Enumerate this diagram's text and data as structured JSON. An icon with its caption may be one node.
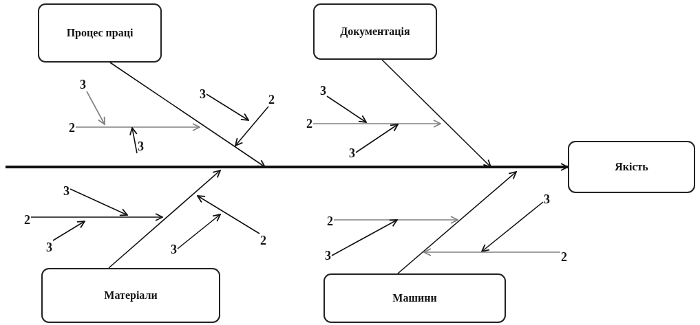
{
  "diagram": {
    "nodes": [
      {
        "text": [
          "Процес праці"
        ]
      },
      {
        "text": [
          "Документація"
        ]
      },
      {
        "text": [
          "Якість"
        ]
      },
      {
        "text": [
          "Матеріали"
        ]
      },
      {
        "text": [
          "Машини"
        ]
      },
      {
        "text": [
          "3"
        ]
      },
      {
        "text": [
          "2"
        ]
      },
      {
        "text": [
          "3"
        ]
      },
      {
        "text": [
          "3"
        ]
      },
      {
        "text": [
          "2"
        ]
      },
      {
        "text": [
          "3"
        ]
      },
      {
        "text": [
          "2"
        ]
      },
      {
        "text": [
          "3"
        ]
      },
      {
        "text": [
          "3"
        ]
      },
      {
        "text": [
          "2"
        ]
      },
      {
        "text": [
          "3"
        ]
      },
      {
        "text": [
          "3"
        ]
      },
      {
        "text": [
          "2"
        ]
      },
      {
        "text": [
          "2"
        ]
      },
      {
        "text": [
          "3"
        ]
      },
      {
        "text": [
          "3"
        ]
      },
      {
        "text": [
          "2"
        ]
      }
    ],
    "edges": [
      {
        "from": null,
        "to": 2,
        "arrow": "to",
        "style": "thick"
      },
      {
        "from": 0,
        "to": null,
        "arrow": "to"
      },
      {
        "from": 1,
        "to": null,
        "arrow": "to"
      },
      {
        "from": 3,
        "to": null,
        "arrow": "to"
      },
      {
        "from": 4,
        "to": null,
        "arrow": "to"
      },
      {
        "from": 5,
        "to": null,
        "arrow": "to",
        "color": "#808080"
      },
      {
        "from": 6,
        "to": null,
        "arrow": "to",
        "color": "#808080"
      },
      {
        "from": 7,
        "to": null,
        "arrow": "to"
      },
      {
        "from": 8,
        "to": null,
        "arrow": "to"
      },
      {
        "from": 9,
        "to": null,
        "arrow": "to"
      },
      {
        "from": 10,
        "to": null,
        "arrow": "to"
      },
      {
        "from": 11,
        "to": null,
        "arrow": "to",
        "color": "#808080"
      },
      {
        "from": 12,
        "to": null,
        "arrow": "to"
      },
      {
        "from": 13,
        "to": null,
        "arrow": "to"
      },
      {
        "from": 14,
        "to": null,
        "arrow": "to"
      },
      {
        "from": 15,
        "to": null,
        "arrow": "to"
      },
      {
        "from": 16,
        "to": null,
        "arrow": "to"
      },
      {
        "from": 17,
        "to": null,
        "arrow": "to"
      },
      {
        "from": 18,
        "to": null,
        "arrow": "to",
        "color": "#808080"
      },
      {
        "from": 19,
        "to": null,
        "arrow": "to"
      },
      {
        "from": 20,
        "to": null,
        "arrow": "to"
      },
      {
        "from": 21,
        "to": null,
        "arrow": "to",
        "color": "#808080"
      }
    ]
  }
}
